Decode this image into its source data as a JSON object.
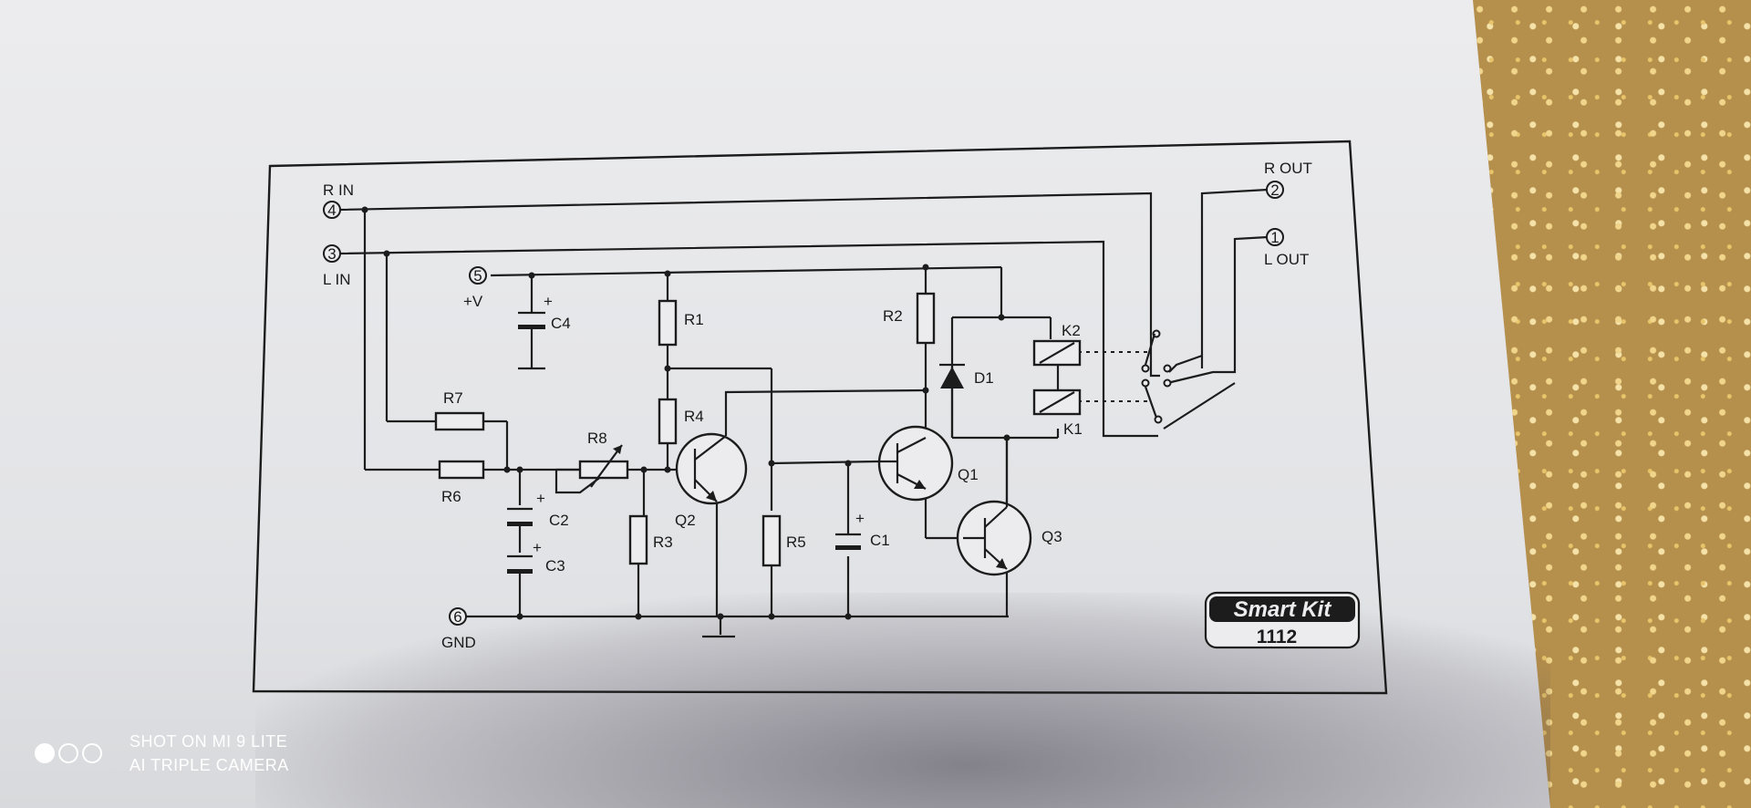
{
  "terminals": {
    "r_in": {
      "label": "R IN",
      "number": "4"
    },
    "l_in": {
      "label": "L IN",
      "number": "3"
    },
    "v_plus": {
      "label": "+V",
      "number": "5"
    },
    "gnd": {
      "label": "GND",
      "number": "6"
    },
    "r_out": {
      "label": "R OUT",
      "number": "2"
    },
    "l_out": {
      "label": "L OUT",
      "number": "1"
    }
  },
  "components": {
    "r1": "R1",
    "r2": "R2",
    "r3": "R3",
    "r4": "R4",
    "r5": "R5",
    "r6": "R6",
    "r7": "R7",
    "r8": "R8",
    "c1": "C1",
    "c2": "C2",
    "c3": "C3",
    "c4": "C4",
    "d1": "D1",
    "k1": "K1",
    "k2": "K2",
    "q1": "Q1",
    "q2": "Q2",
    "q3": "Q3"
  },
  "polarity_mark": "+",
  "logo": {
    "brand": "Smart Kit",
    "model": "1112"
  },
  "watermark": {
    "line1": "SHOT ON MI 9 LITE",
    "line2": "AI TRIPLE CAMERA"
  }
}
